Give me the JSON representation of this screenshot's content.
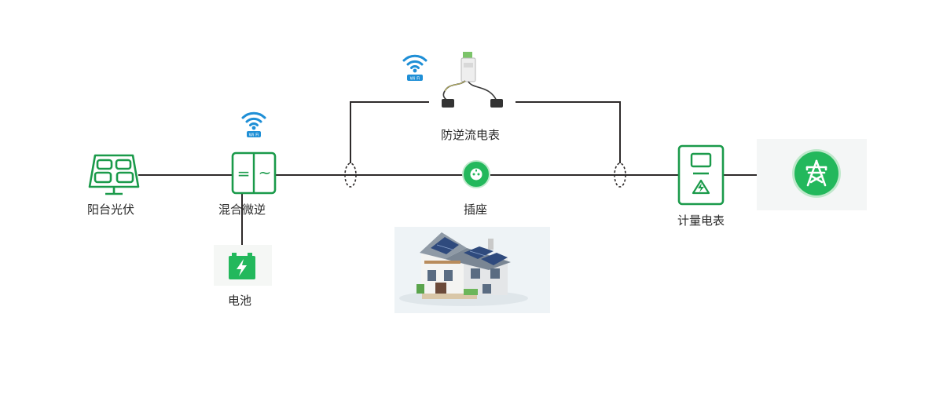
{
  "colors": {
    "accent_green": "#23b85c",
    "icon_green": "#1a9a4a",
    "wire": "#2e2a2a",
    "wifi_blue": "#1f8fd6"
  },
  "nodes": {
    "solar": {
      "label": "阳台光伏",
      "icon": "solar-panel-icon"
    },
    "inverter": {
      "label": "混合微逆",
      "icon": "hybrid-inverter-icon",
      "dc_symbol": "=",
      "ac_symbol": "~"
    },
    "battery": {
      "label": "电池",
      "icon": "battery-icon"
    },
    "anti_reflux_meter": {
      "label": "防逆流电表",
      "icon": "smart-meter-with-ct-clamps-icon"
    },
    "socket": {
      "label": "插座",
      "icon": "socket-icon"
    },
    "house": {
      "icon": "house-with-solar-roof-icon"
    },
    "billing_meter": {
      "label": "计量电表",
      "icon": "energy-meter-icon"
    },
    "grid": {
      "icon": "power-tower-icon"
    }
  },
  "wifi": {
    "badge_text": "Wi Fi",
    "icon": "wifi-icon"
  }
}
